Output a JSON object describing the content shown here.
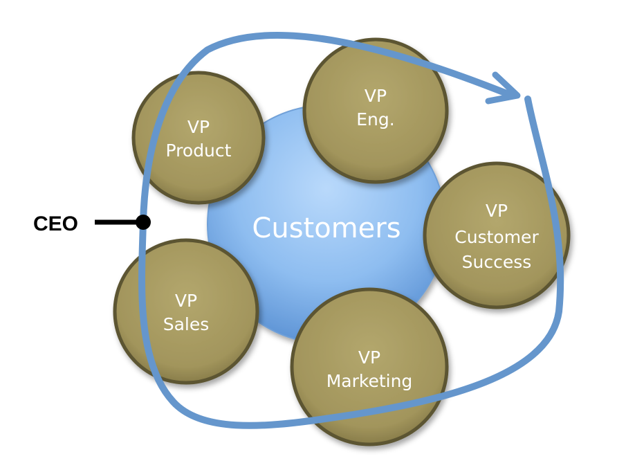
{
  "diagram": {
    "center": {
      "label": "Customers"
    },
    "nodes": [
      {
        "id": "vp-product",
        "lines": [
          "VP",
          "Product"
        ]
      },
      {
        "id": "vp-eng",
        "lines": [
          "VP",
          "Eng."
        ]
      },
      {
        "id": "vp-customer-success",
        "lines": [
          "VP",
          "Customer",
          "Success"
        ]
      },
      {
        "id": "vp-sales",
        "lines": [
          "VP",
          "Sales"
        ]
      },
      {
        "id": "vp-marketing",
        "lines": [
          "VP",
          "Marketing"
        ]
      }
    ],
    "ceo": {
      "label": "CEO"
    },
    "colors": {
      "center_fill": "#8cbcf0",
      "node_fill": "#a89c62",
      "node_stroke": "#5c5430",
      "loop_stroke": "#6596cc",
      "ceo_text": "#000000"
    }
  }
}
